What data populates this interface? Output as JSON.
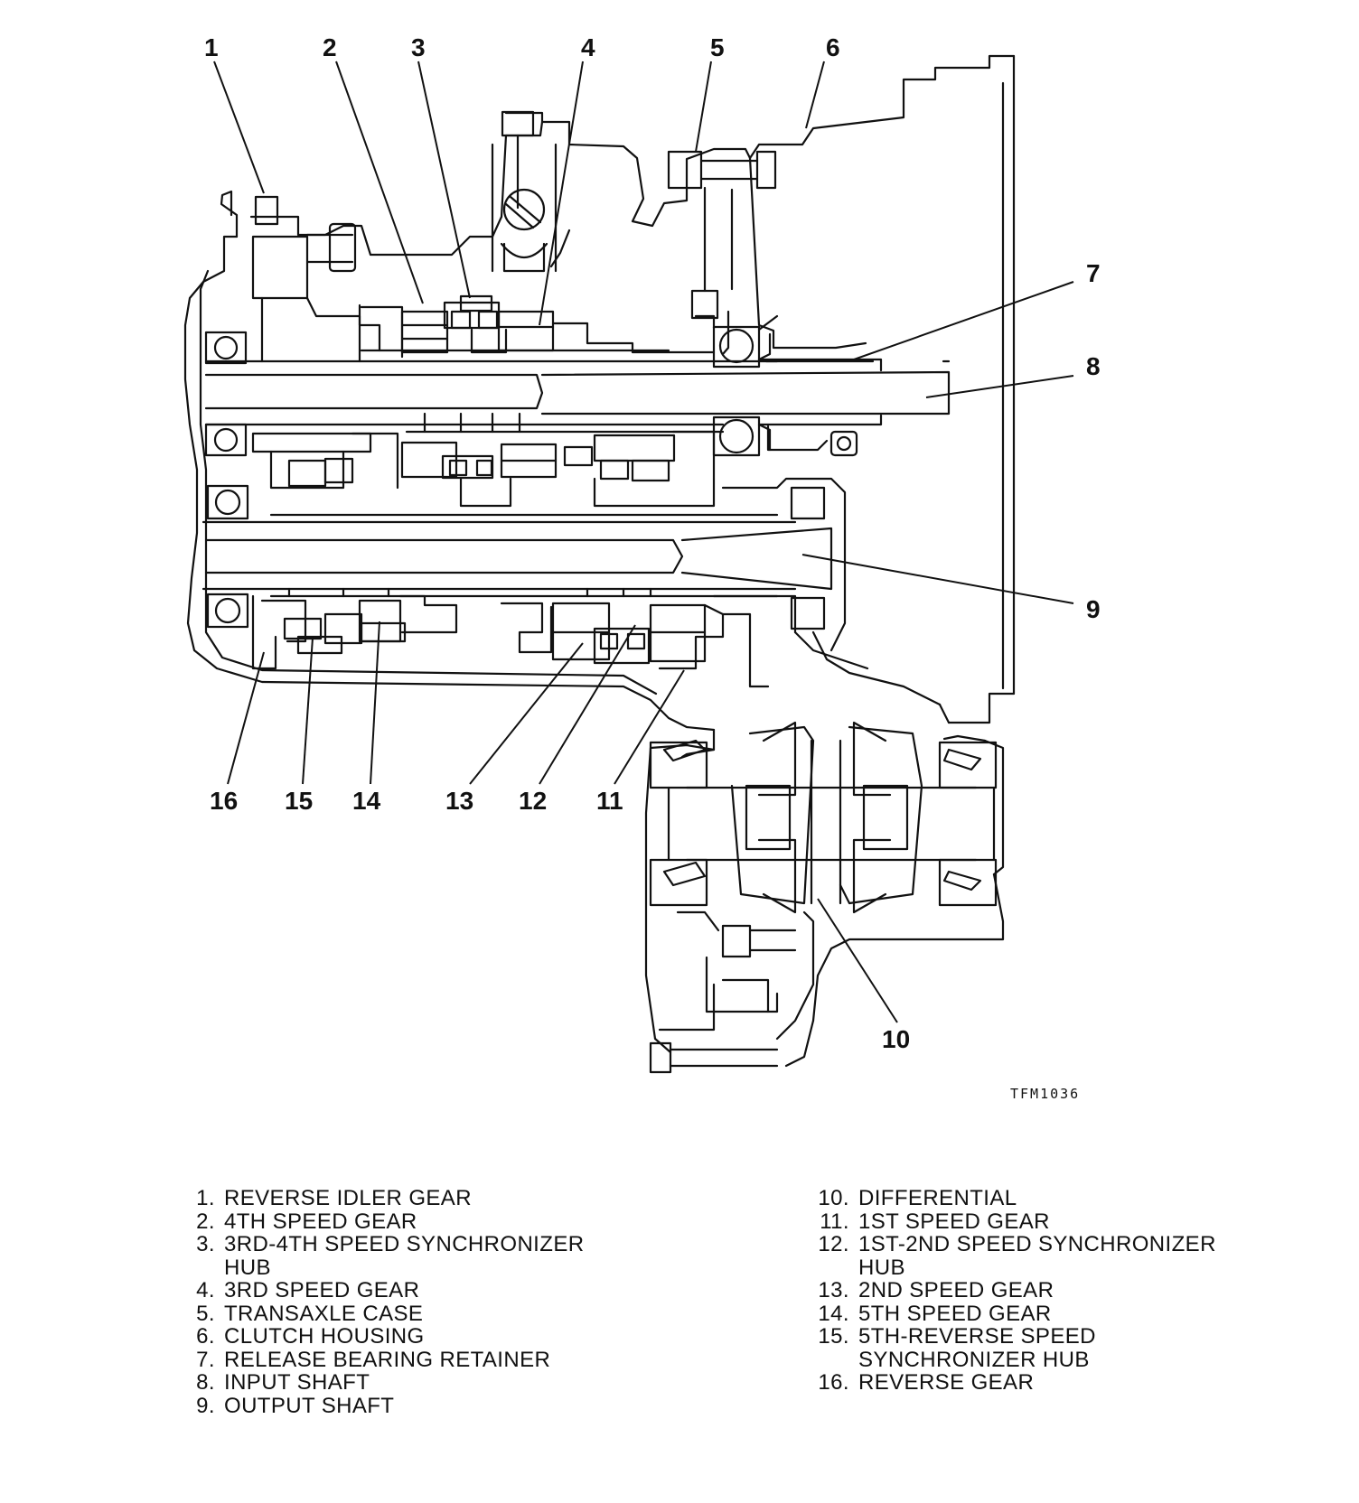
{
  "figure_code": "TFM1036",
  "callouts": [
    {
      "num": "1",
      "label": "REVERSE IDLER GEAR"
    },
    {
      "num": "2",
      "label": "4TH SPEED GEAR"
    },
    {
      "num": "3",
      "label": "3RD-4TH SPEED SYNCHRONIZER\nHUB"
    },
    {
      "num": "4",
      "label": "3RD SPEED GEAR"
    },
    {
      "num": "5",
      "label": "TRANSAXLE CASE"
    },
    {
      "num": "6",
      "label": "CLUTCH HOUSING"
    },
    {
      "num": "7",
      "label": "RELEASE BEARING RETAINER"
    },
    {
      "num": "8",
      "label": "INPUT SHAFT"
    },
    {
      "num": "9",
      "label": "OUTPUT SHAFT"
    },
    {
      "num": "10",
      "label": "DIFFERENTIAL"
    },
    {
      "num": "11",
      "label": "1ST SPEED GEAR"
    },
    {
      "num": "12",
      "label": "1ST-2ND SPEED SYNCHRONIZER\nHUB"
    },
    {
      "num": "13",
      "label": "2ND SPEED GEAR"
    },
    {
      "num": "14",
      "label": "5TH SPEED GEAR"
    },
    {
      "num": "15",
      "label": "5TH-REVERSE SPEED\nSYNCHRONIZER HUB"
    },
    {
      "num": "16",
      "label": "REVERSE GEAR"
    }
  ],
  "style": {
    "ink": "#111111",
    "paper": "#ffffff"
  }
}
